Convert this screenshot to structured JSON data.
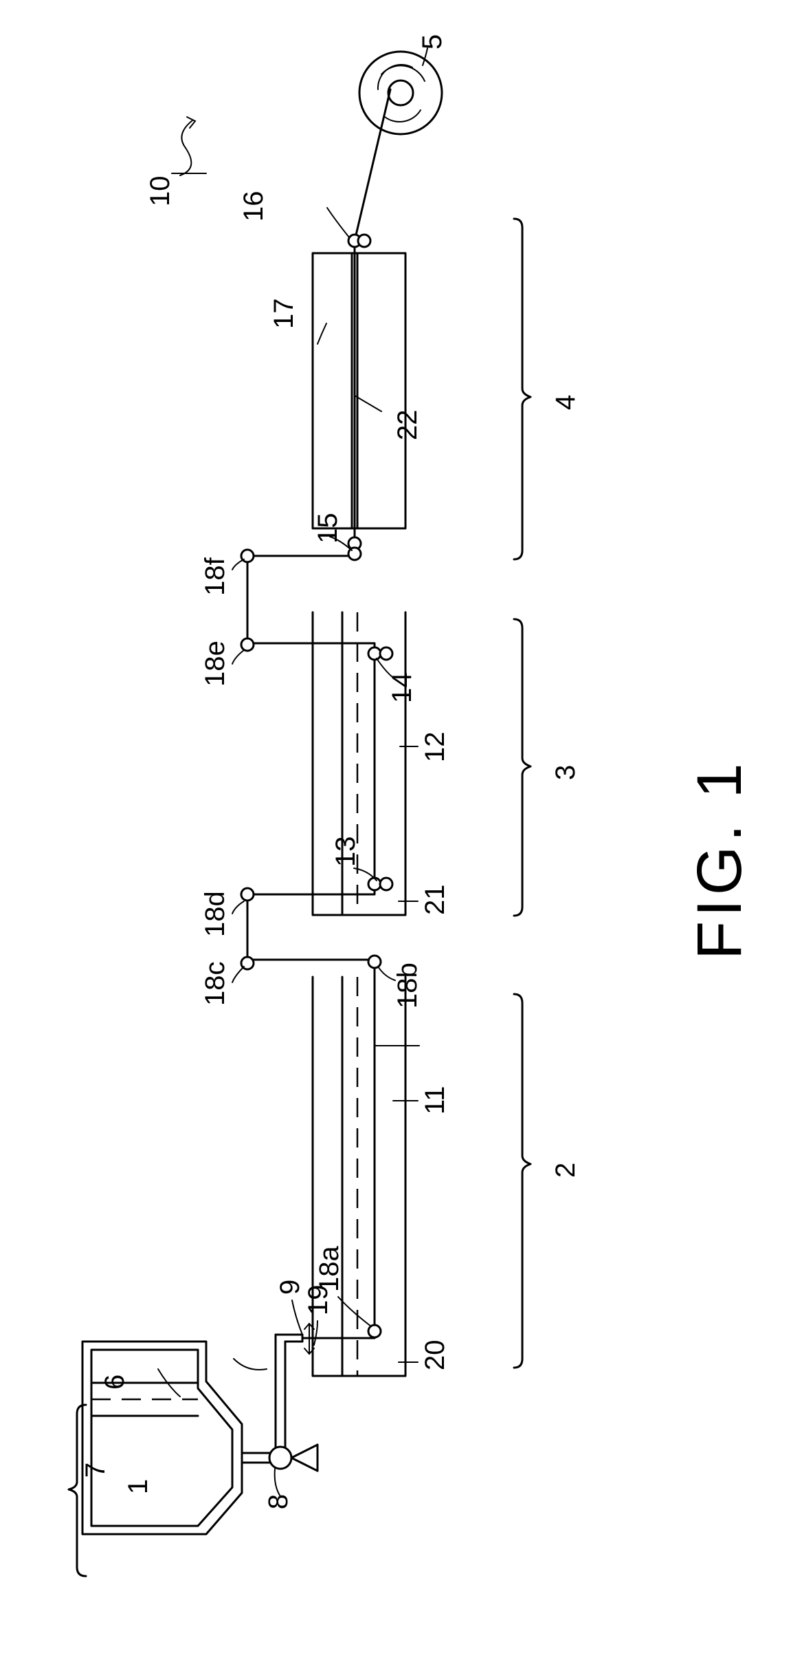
{
  "figure": {
    "caption": "FIG. 1",
    "ref_main": "10",
    "labels": {
      "section_1": "1",
      "section_2": "2",
      "section_3": "3",
      "section_4": "4",
      "take_up_roll": "5",
      "liquid": "6",
      "tank": "7",
      "pump": "8",
      "nozzle": "9",
      "liquid_11": "11",
      "liquid_12": "12",
      "roller_13": "13",
      "roller_14": "14",
      "roller_15": "15",
      "roller_16": "16",
      "part_17": "17",
      "guide_18a": "18a",
      "guide_18b": "18b",
      "guide_18c": "18c",
      "guide_18d": "18d",
      "guide_18e": "18e",
      "guide_18f": "18f",
      "gap_19": "19",
      "bath_20": "20",
      "bath_21": "21",
      "fiber_22": "22"
    }
  }
}
